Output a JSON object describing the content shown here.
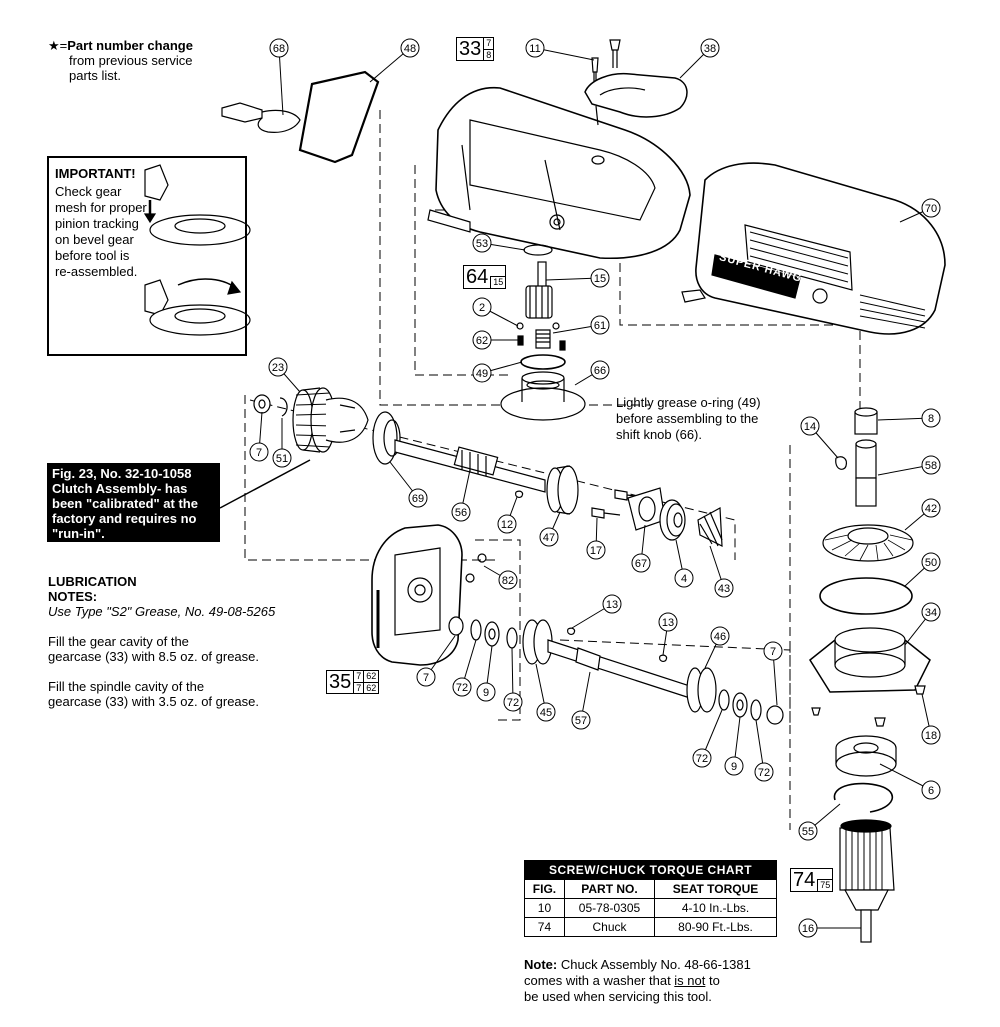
{
  "legend": {
    "star": "★",
    "eq": "=",
    "bold": "Part number change",
    "line2": "from previous service",
    "line3": "parts list."
  },
  "important": {
    "title": "IMPORTANT!",
    "lines": [
      "Check gear",
      "mesh for proper",
      "pinion tracking",
      "on bevel gear",
      "before tool is",
      "re-assembled."
    ]
  },
  "clutch_note": {
    "lines": [
      "Fig. 23, No. 32-10-1058",
      "Clutch Assembly- has",
      "been \"calibrated\" at the",
      "factory and requires no",
      "\"run-in\"."
    ]
  },
  "lubrication": {
    "heading1": "LUBRICATION",
    "heading2": "NOTES:",
    "grease_type": "Use Type \"S2\" Grease, No. 49-08-5265",
    "gear_cavity_1": "Fill the gear cavity of the",
    "gear_cavity_2": "gearcase (33) with 8.5 oz. of grease.",
    "spindle_cavity_1": "Fill the spindle cavity of the",
    "spindle_cavity_2": "gearcase (33) with 3.5 oz. of grease."
  },
  "grease_note": {
    "lines": [
      "Lightly grease o-ring (49)",
      "before assembling to the",
      "shift knob (66)."
    ]
  },
  "torque_chart": {
    "title": "SCREW/CHUCK TORQUE CHART",
    "headers": [
      "FIG.",
      "PART NO.",
      "SEAT TORQUE"
    ],
    "rows": [
      [
        "10",
        "05-78-0305",
        "4-10 In.-Lbs."
      ],
      [
        "74",
        "Chuck",
        "80-90 Ft.-Lbs."
      ]
    ]
  },
  "chuck_note": {
    "label": "Note:",
    "line1_rest": " Chuck Assembly No. 48-66-1381",
    "line2_a": "comes with a washer that ",
    "line2_u": "is not",
    "line2_b": " to",
    "line3": "be used when servicing this tool."
  },
  "fig_boxes": [
    {
      "id": "33",
      "top": "7",
      "bottom": "8"
    },
    {
      "id": "64",
      "sub": "15"
    },
    {
      "id": "35",
      "top": "7",
      "bottom": "7",
      "top2": "62",
      "bottom2": "62"
    },
    {
      "id": "74",
      "sub": "75"
    }
  ],
  "brand_text": "SUPER HAWG",
  "callouts": [
    "68",
    "48",
    "11",
    "38",
    "70",
    "53",
    "15",
    "2",
    "61",
    "62",
    "49",
    "66",
    "23",
    "7",
    "51",
    "69",
    "56",
    "12",
    "47",
    "17",
    "67",
    "4",
    "43",
    "8",
    "14",
    "58",
    "42",
    "50",
    "34",
    "18",
    "6",
    "55",
    "16",
    "82",
    "13",
    "13",
    "46",
    "7",
    "72",
    "9",
    "72",
    "45",
    "57",
    "72",
    "9",
    "72",
    "7"
  ]
}
